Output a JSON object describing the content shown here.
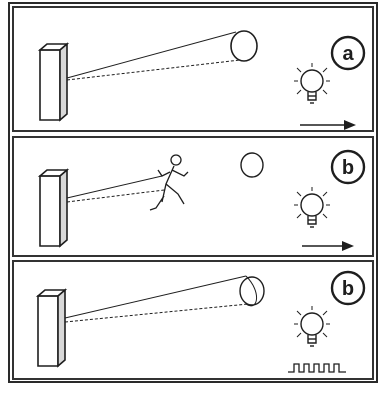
{
  "panels": [
    {
      "label": "a",
      "signal": "continuous"
    },
    {
      "label": "b",
      "signal": "continuous"
    },
    {
      "label": "b",
      "signal": "pulsed"
    }
  ],
  "colors": {
    "ink": "#1e1e1e",
    "frame": "#2a2a2a",
    "background": "#ffffff"
  },
  "icons": [
    "sensor-box-icon",
    "reflector-icon",
    "lightbulb-icon",
    "arrow-icon",
    "pulse-wave-icon",
    "running-person-icon"
  ]
}
